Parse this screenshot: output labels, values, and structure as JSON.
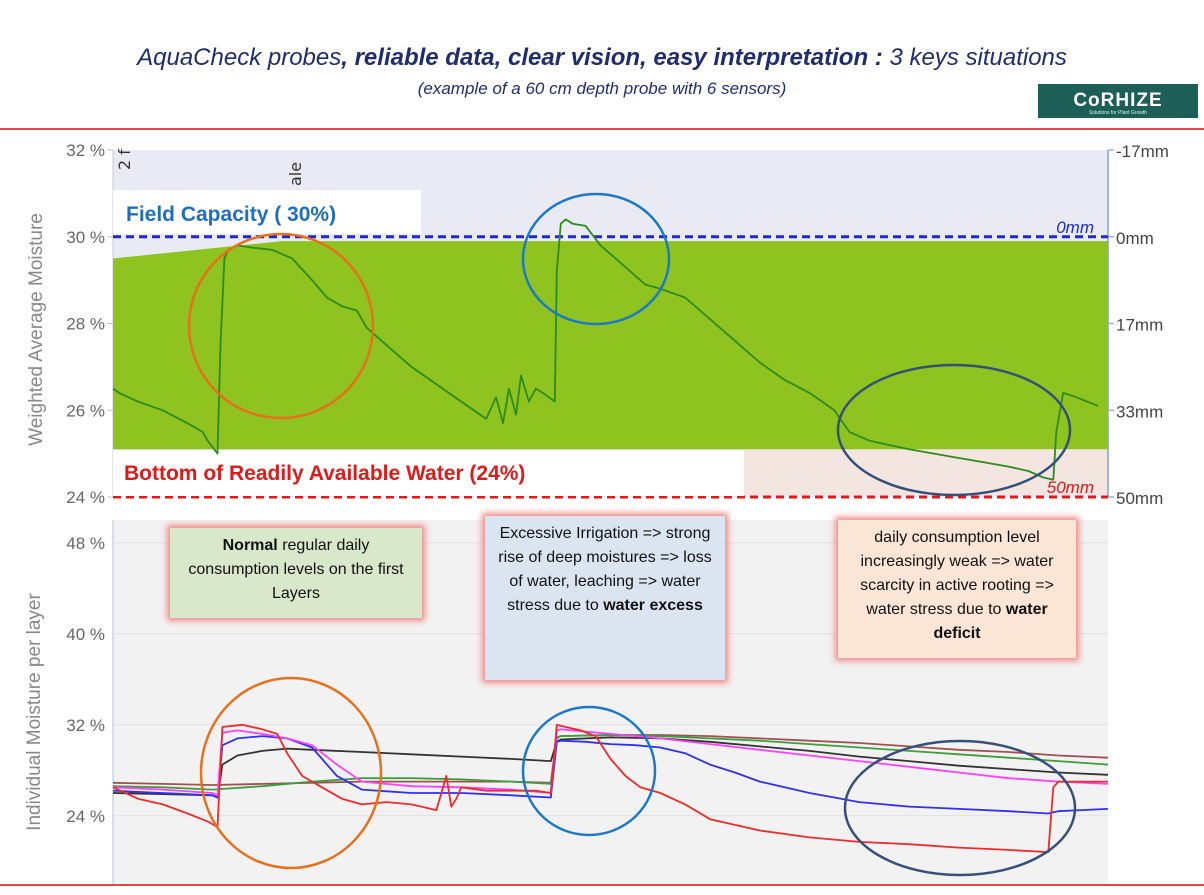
{
  "header": {
    "title_part1": "AquaCheck probes",
    "title_part2": ", reliable data, clear vision, easy interpretation :",
    "title_part3": " 3 keys situations",
    "subtitle": "(example of a 60 cm depth probe with 6 sensors)",
    "logo_text": "CoRHIZE",
    "logo_tagline": "Solutions for Plant Growth"
  },
  "colors": {
    "title": "#1f2d6e",
    "field_capacity": "#1f6fbf",
    "raw_bottom": "#e01919",
    "band_fill": "#8fc31f",
    "plot_bg": "#eaeaf5",
    "rule": "#e04848",
    "circle_orange": "#e8701a",
    "circle_blue": "#1e78c8",
    "circle_navy": "#34507a"
  },
  "callouts": {
    "left": {
      "bold": "Normal",
      "text": " regular daily consumption levels on the first Layers"
    },
    "mid": {
      "text": "Excessive Irrigation  => strong rise of deep moistures => loss of water, leaching => water stress due to ",
      "bold": "water excess"
    },
    "right": {
      "text": "daily consumption level increasingly weak => water scarcity in active rooting => water stress due to ",
      "bold": "water deficit"
    }
  },
  "chart_data": [
    {
      "type": "line",
      "name": "weighted-average",
      "ylabel": "Weighted Average Moisture",
      "ylim": [
        24,
        32
      ],
      "yticks": [
        "32 %",
        "30 %",
        "28 %",
        "26 %",
        "24 %"
      ],
      "yticks_values": [
        32,
        30,
        28,
        26,
        24
      ],
      "y2ticks": [
        "-17mm",
        "0mm",
        "17mm",
        "33mm",
        "50mm"
      ],
      "clipped_labels": [
        "2 f",
        "ale"
      ],
      "field_capacity": {
        "value": 30,
        "label": "Field Capacity ( 30%)",
        "line_label": "0mm"
      },
      "readily_available_bottom": {
        "value": 24,
        "label": "Bottom of Readily Available Water (24%)",
        "line_label": "50mm"
      },
      "band": {
        "top": 29.9,
        "bottom": 25.1
      },
      "series": [
        {
          "color": "#2e8b1a",
          "x": [
            0.0,
            0.006,
            0.025,
            0.05,
            0.075,
            0.09,
            0.095,
            0.105,
            0.108,
            0.112,
            0.116,
            0.125,
            0.14,
            0.16,
            0.18,
            0.2,
            0.215,
            0.23,
            0.245,
            0.255,
            0.275,
            0.3,
            0.325,
            0.35,
            0.375,
            0.385,
            0.392,
            0.398,
            0.405,
            0.41,
            0.418,
            0.425,
            0.432,
            0.438,
            0.444,
            0.446,
            0.45,
            0.455,
            0.462,
            0.475,
            0.49,
            0.505,
            0.52,
            0.535,
            0.55,
            0.575,
            0.6,
            0.625,
            0.65,
            0.675,
            0.7,
            0.725,
            0.74,
            0.76,
            0.78,
            0.8,
            0.825,
            0.85,
            0.875,
            0.9,
            0.92,
            0.935,
            0.945,
            0.948,
            0.955,
            0.968,
            0.99
          ],
          "y": [
            26.5,
            26.4,
            26.2,
            26.0,
            25.7,
            25.5,
            25.3,
            25.0,
            27.5,
            29.5,
            29.7,
            29.8,
            29.75,
            29.7,
            29.5,
            29.0,
            28.6,
            28.4,
            28.3,
            27.9,
            27.5,
            27.0,
            26.6,
            26.2,
            25.8,
            26.3,
            25.7,
            26.5,
            25.9,
            26.8,
            26.2,
            26.5,
            26.4,
            26.3,
            26.2,
            29.2,
            30.3,
            30.4,
            30.3,
            30.25,
            29.8,
            29.5,
            29.2,
            28.9,
            28.8,
            28.6,
            28.1,
            27.6,
            27.1,
            26.7,
            26.4,
            26.0,
            25.5,
            25.3,
            25.2,
            25.1,
            25.0,
            24.9,
            24.8,
            24.7,
            24.6,
            24.45,
            24.4,
            25.5,
            26.4,
            26.3,
            26.1
          ]
        }
      ]
    },
    {
      "type": "line",
      "name": "individual-layers",
      "ylabel": "Individual Moisture per layer",
      "ylim": [
        18,
        50
      ],
      "yticks": [
        "48 %",
        "40 %",
        "32 %",
        "24 %"
      ],
      "yticks_values": [
        48,
        40,
        32,
        24
      ],
      "series": [
        {
          "color": "#ee2b2b",
          "x": [
            0.0,
            0.025,
            0.05,
            0.075,
            0.095,
            0.105,
            0.11,
            0.13,
            0.15,
            0.165,
            0.175,
            0.19,
            0.21,
            0.23,
            0.25,
            0.275,
            0.3,
            0.325,
            0.335,
            0.34,
            0.345,
            0.35,
            0.375,
            0.4,
            0.425,
            0.44,
            0.446,
            0.45,
            0.47,
            0.485,
            0.5,
            0.515,
            0.53,
            0.55,
            0.575,
            0.6,
            0.65,
            0.7,
            0.75,
            0.8,
            0.85,
            0.9,
            0.94,
            0.945,
            0.95,
            1.0
          ],
          "y": [
            26.5,
            25.5,
            25.0,
            24.2,
            23.5,
            23.0,
            31.8,
            32.0,
            31.6,
            31.2,
            29.5,
            27.5,
            26.5,
            25.5,
            25.0,
            25.2,
            25.0,
            24.5,
            27.5,
            24.8,
            25.5,
            26.5,
            26.2,
            26.2,
            26.2,
            26.0,
            32.0,
            31.9,
            31.5,
            31.0,
            29.0,
            27.5,
            26.5,
            26.0,
            25.0,
            23.7,
            22.7,
            22.1,
            21.7,
            21.5,
            21.2,
            21.0,
            20.8,
            26.5,
            27.0,
            27.0
          ]
        },
        {
          "color": "#ff40ff",
          "x": [
            0.0,
            0.05,
            0.1,
            0.105,
            0.11,
            0.125,
            0.15,
            0.175,
            0.2,
            0.225,
            0.25,
            0.3,
            0.35,
            0.4,
            0.44,
            0.446,
            0.45,
            0.475,
            0.5,
            0.525,
            0.55,
            0.6,
            0.65,
            0.7,
            0.75,
            0.8,
            0.85,
            0.9,
            0.95,
            1.0
          ],
          "y": [
            26.5,
            26.3,
            26.0,
            25.8,
            31.3,
            31.5,
            31.2,
            30.8,
            30.2,
            28.5,
            27.0,
            26.6,
            26.5,
            26.3,
            26.0,
            31.5,
            31.6,
            31.4,
            31.2,
            31.0,
            30.8,
            30.3,
            29.8,
            29.3,
            28.8,
            28.3,
            27.8,
            27.3,
            27.0,
            26.8
          ]
        },
        {
          "color": "#3030ee",
          "x": [
            0.0,
            0.05,
            0.1,
            0.105,
            0.11,
            0.125,
            0.15,
            0.175,
            0.2,
            0.225,
            0.25,
            0.3,
            0.35,
            0.4,
            0.44,
            0.446,
            0.45,
            0.475,
            0.5,
            0.525,
            0.55,
            0.575,
            0.6,
            0.625,
            0.65,
            0.675,
            0.7,
            0.725,
            0.75,
            0.8,
            0.85,
            0.9,
            0.94,
            0.945,
            0.95,
            1.0
          ],
          "y": [
            26.2,
            26.0,
            25.8,
            25.6,
            30.2,
            30.8,
            31.0,
            30.8,
            30.0,
            27.5,
            26.3,
            26.0,
            26.0,
            25.8,
            25.6,
            30.5,
            30.6,
            30.5,
            30.3,
            30.2,
            30.0,
            29.5,
            28.5,
            27.8,
            27.0,
            26.5,
            26.0,
            25.6,
            25.2,
            24.8,
            24.6,
            24.4,
            24.2,
            24.3,
            24.4,
            24.6
          ]
        },
        {
          "color": "#333333",
          "x": [
            0.0,
            0.05,
            0.1,
            0.105,
            0.11,
            0.125,
            0.15,
            0.175,
            0.2,
            0.25,
            0.3,
            0.35,
            0.4,
            0.44,
            0.446,
            0.45,
            0.5,
            0.55,
            0.6,
            0.65,
            0.7,
            0.75,
            0.8,
            0.85,
            0.9,
            0.95,
            1.0
          ],
          "y": [
            26.0,
            25.9,
            25.8,
            25.6,
            28.5,
            29.3,
            29.7,
            29.9,
            29.8,
            29.6,
            29.4,
            29.2,
            29.0,
            28.8,
            30.5,
            30.7,
            30.9,
            30.8,
            30.5,
            30.1,
            29.7,
            29.2,
            28.8,
            28.4,
            28.1,
            27.8,
            27.6
          ]
        },
        {
          "color": "#3d9e3d",
          "x": [
            0.0,
            0.05,
            0.1,
            0.15,
            0.2,
            0.25,
            0.3,
            0.35,
            0.4,
            0.44,
            0.446,
            0.45,
            0.5,
            0.55,
            0.6,
            0.65,
            0.7,
            0.75,
            0.8,
            0.85,
            0.9,
            0.95,
            1.0
          ],
          "y": [
            26.6,
            26.5,
            26.3,
            26.6,
            27.0,
            27.3,
            27.3,
            27.2,
            27.0,
            26.8,
            30.8,
            31.0,
            31.1,
            31.0,
            30.8,
            30.6,
            30.3,
            30.0,
            29.7,
            29.4,
            29.1,
            28.8,
            28.5
          ]
        },
        {
          "color": "#a05050",
          "x": [
            0.0,
            0.05,
            0.1,
            0.15,
            0.2,
            0.25,
            0.3,
            0.35,
            0.4,
            0.44,
            0.446,
            0.45,
            0.5,
            0.55,
            0.6,
            0.65,
            0.7,
            0.75,
            0.8,
            0.85,
            0.9,
            0.95,
            1.0
          ],
          "y": [
            26.9,
            26.8,
            26.7,
            26.8,
            26.9,
            27.0,
            27.0,
            27.0,
            27.0,
            26.9,
            30.9,
            31.0,
            31.1,
            31.1,
            31.0,
            30.8,
            30.6,
            30.4,
            30.1,
            29.8,
            29.6,
            29.3,
            29.1
          ]
        }
      ]
    }
  ]
}
